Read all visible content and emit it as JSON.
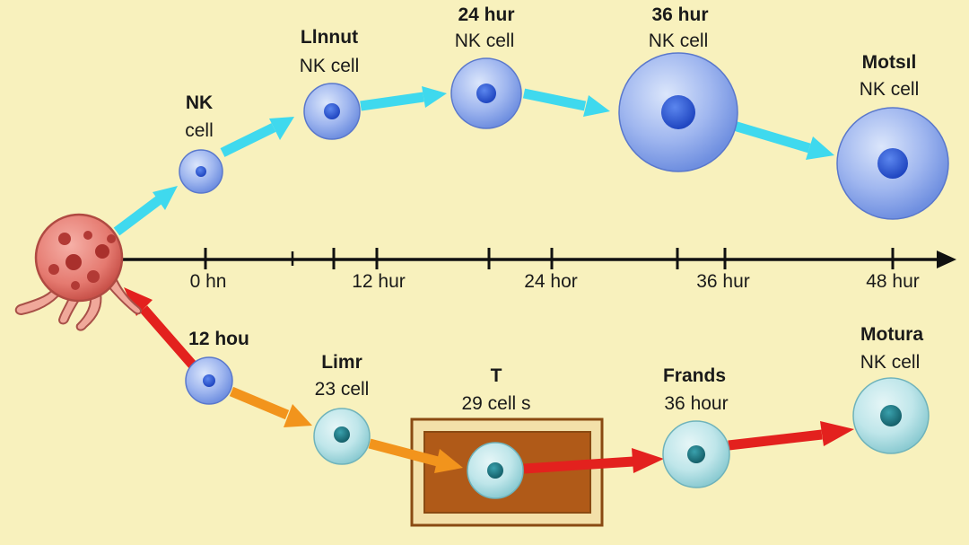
{
  "colors": {
    "background": "#f8f1bd",
    "nk_arrow": "#3fd9ee",
    "t_arrow_orange": "#f2941c",
    "t_arrow_red": "#e3211e",
    "axis": "#111111",
    "nk_cell": "#7d9be6",
    "nk_nucleus": "#2a55d2",
    "t_cell": "#a9dde2",
    "t_nucleus": "#1f7a86",
    "target_cell": "#e06a62",
    "box_outer": "#f3e0a9",
    "box_border": "#8a4a12",
    "box_fill": "#b05a18"
  },
  "timeline": {
    "ticks": [
      "0 hn",
      "12 hur",
      "24 hor",
      "36 hur",
      "48 hur"
    ]
  },
  "nk_path": [
    {
      "title": "NK",
      "subtitle": "cell"
    },
    {
      "title": "Llnnut",
      "subtitle": "NK cell"
    },
    {
      "title": "24 hur",
      "subtitle": "NK cell"
    },
    {
      "title": "36 hur",
      "subtitle": "NK cell"
    },
    {
      "title": "Motsıl",
      "subtitle": "NK cell"
    }
  ],
  "t_path": [
    {
      "title": "12 hou",
      "subtitle": ""
    },
    {
      "title": "Limr",
      "subtitle": "23 cell"
    },
    {
      "title": "T",
      "subtitle": "29 cell s"
    },
    {
      "title": "Frands",
      "subtitle": "36 hour"
    },
    {
      "title": "Motura",
      "subtitle": "NK cell"
    }
  ]
}
